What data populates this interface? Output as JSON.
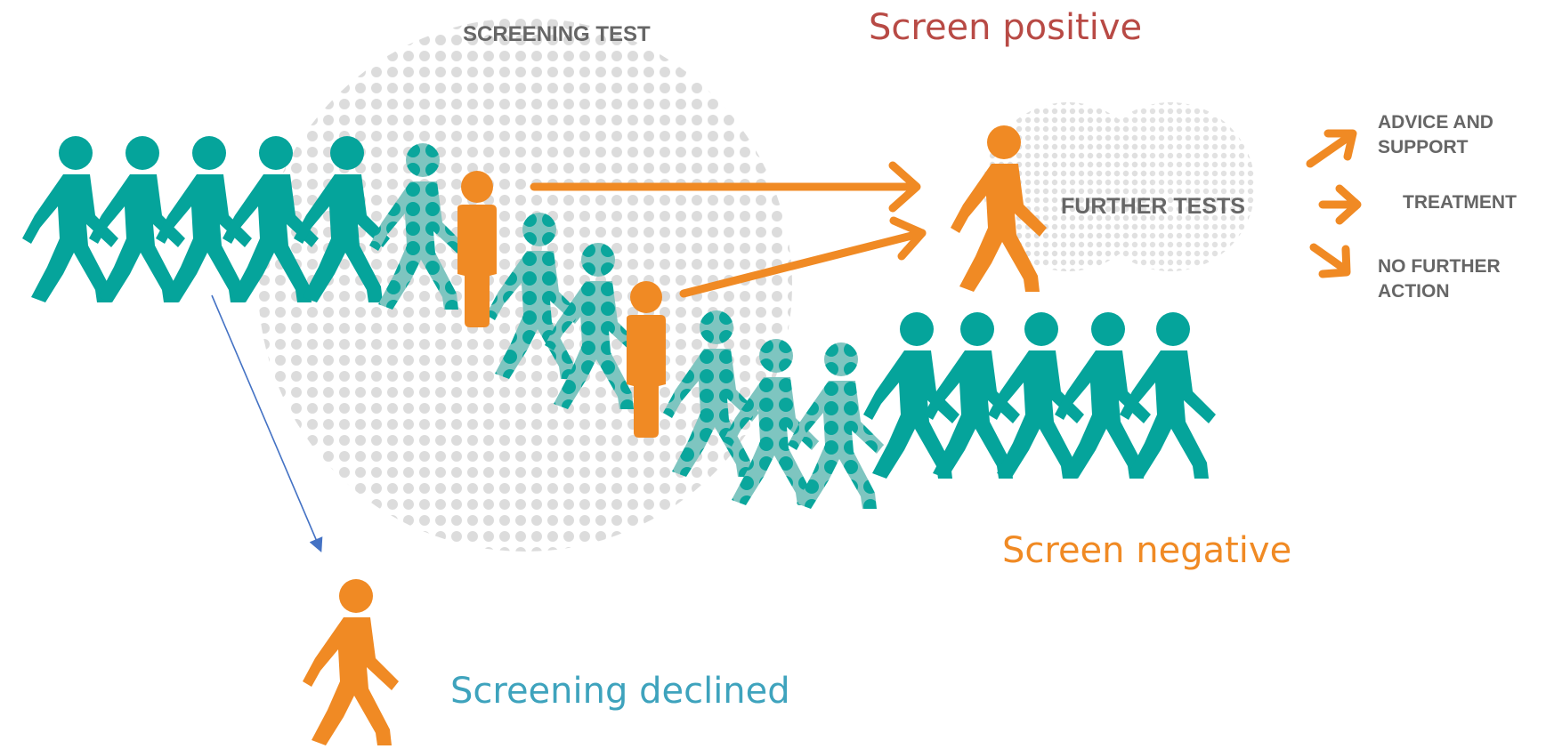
{
  "labels": {
    "screening_test": "SCREENING TEST",
    "screen_positive": "Screen positive",
    "screen_negative": "Screen negative",
    "screening_declined": "Screening declined",
    "further_tests": "FURTHER TESTS",
    "outcome_advice_line1": "ADVICE AND",
    "outcome_advice_line2": "SUPPORT",
    "outcome_treatment": "TREATMENT",
    "outcome_no_further_line1": "NO FURTHER",
    "outcome_no_further_line2": "ACTION"
  },
  "colors": {
    "teal": "#05a49b",
    "teal_faded": "#6fbdb8",
    "orange": "#f08a24",
    "red_text": "#b84a45",
    "orange_text": "#f08a24",
    "blue_text": "#3ea3bd",
    "grey_text": "#666666",
    "dots": "#dcdcdc",
    "blue_arrow": "#4472c4"
  },
  "icons": {
    "walker": "person-walking-icon",
    "standing": "person-standing-icon",
    "arrow": "arrow-right-icon"
  }
}
